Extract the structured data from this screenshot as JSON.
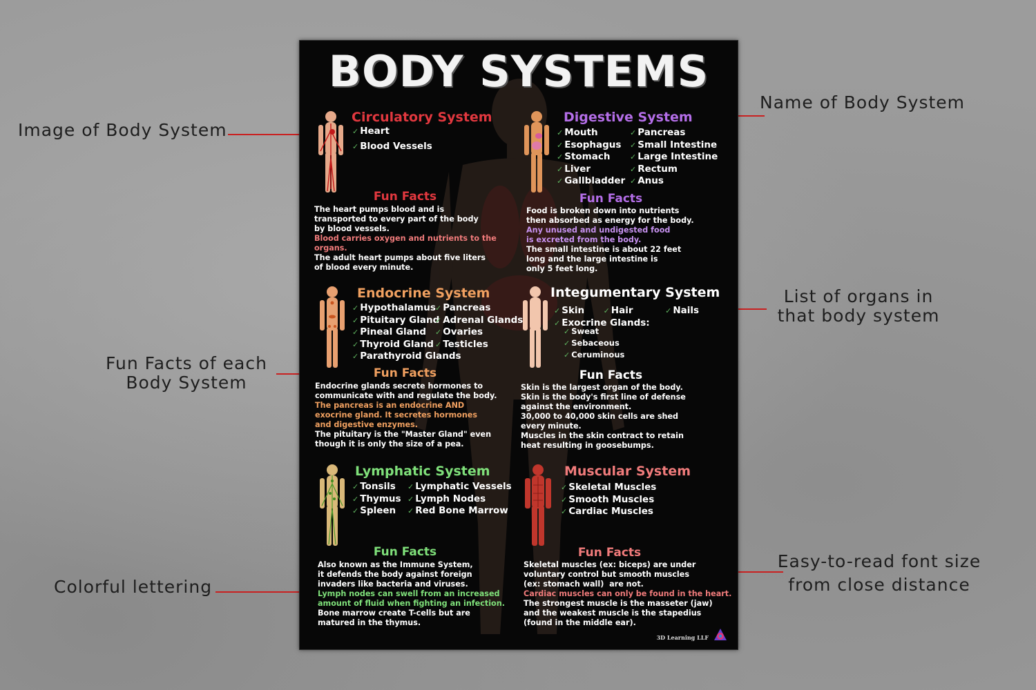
{
  "callouts": {
    "image": [
      "Image of Body System"
    ],
    "name": [
      "Name of Body System"
    ],
    "organs": [
      "List of organs in",
      "that body system"
    ],
    "funfacts": [
      "Fun Facts of each",
      "Body System"
    ],
    "lettering": [
      "Colorful lettering"
    ],
    "font": [
      "Easy-to-read font size",
      "from close distance"
    ]
  },
  "poster": {
    "title": "BODY SYSTEMS",
    "credit": "3D Learning LLF",
    "fun_facts_label": "Fun Facts",
    "circulatory": {
      "title": "Circulatory System",
      "organs": [
        "Heart",
        "Blood Vessels"
      ],
      "facts": [
        "The heart pumps blood and is",
        "transported to every part of the body",
        "by blood vessels.",
        "Blood carries oxygen and nutrients to the",
        "organs.",
        "The adult heart pumps about five liters",
        "of blood every minute."
      ]
    },
    "digestive": {
      "title": "Digestive System",
      "organs_a": [
        "Mouth",
        "Esophagus",
        "Stomach",
        "Liver",
        "Gallbladder"
      ],
      "organs_b": [
        "Pancreas",
        "Small Intestine",
        "Large Intestine",
        "Rectum",
        "Anus"
      ],
      "facts": [
        "Food is broken down into nutrients",
        "then absorbed as energy for the body.",
        "Any unused and undigested food",
        "is excreted from the body.",
        "The small intestine is about 22 feet",
        "long and the large intestine is",
        "only 5 feet long."
      ]
    },
    "endocrine": {
      "title": "Endocrine System",
      "organs_a": [
        "Hypothalamus",
        "Pituitary Gland",
        "Pineal Gland",
        "Thyroid Gland",
        "Parathyroid Glands"
      ],
      "organs_b": [
        "Pancreas",
        "Adrenal Glands",
        "Ovaries",
        "Testicles"
      ],
      "facts": [
        "Endocrine glands secrete hormones to",
        "communicate with and regulate the body.",
        "The pancreas is an endocrine AND",
        "exocrine gland. It secretes hormones",
        "and digestive enzymes.",
        "The pituitary is the \"Master Gland\" even",
        "though it is only the size of a pea."
      ]
    },
    "integumentary": {
      "title": "Integumentary System",
      "organs_row": [
        "Skin",
        "Hair",
        "Nails"
      ],
      "exocrine_label": "Exocrine Glands:",
      "glands": [
        "Sweat",
        "Sebaceous",
        "Ceruminous"
      ],
      "facts": [
        "Skin is the largest organ of the body.",
        "Skin is the body's first line of defense",
        "against the environment.",
        "30,000 to 40,000 skin cells are shed",
        "every minute.",
        "Muscles in the skin contract to retain",
        "heat resulting in goosebumps."
      ]
    },
    "lymphatic": {
      "title": "Lymphatic System",
      "organs_a": [
        "Tonsils",
        "Thymus",
        "Spleen"
      ],
      "organs_b": [
        "Lymphatic Vessels",
        "Lymph Nodes",
        "Red Bone Marrow"
      ],
      "facts": [
        "Also known as the Immune System,",
        "it defends the body against foreign",
        "invaders like bacteria and viruses.",
        "Lymph nodes can swell from an increased",
        "amount of fluid when fighting an infection.",
        "Bone marrow create T-cells but are",
        "matured in the thymus."
      ]
    },
    "muscular": {
      "title": "Muscular System",
      "organs": [
        "Skeletal Muscles",
        "Smooth Muscles",
        "Cardiac Muscles"
      ],
      "facts": [
        "Skeletal muscles (ex: biceps) are under",
        "voluntary control but smooth muscles",
        "(ex: stomach wall)  are not.",
        "Cardiac muscles can only be found in the heart.",
        "The strongest muscle is the masseter (jaw)",
        "and the weakest muscle is the stapedius",
        "(found in the middle ear)."
      ]
    }
  },
  "colors": {
    "circulatory": "#e2383f",
    "digestive": "#b46ee8",
    "endocrine": "#f0a060",
    "integumentary": "#ffffff",
    "lymphatic": "#7fe07a",
    "muscular": "#f07b7b",
    "leader": "#c92020"
  }
}
